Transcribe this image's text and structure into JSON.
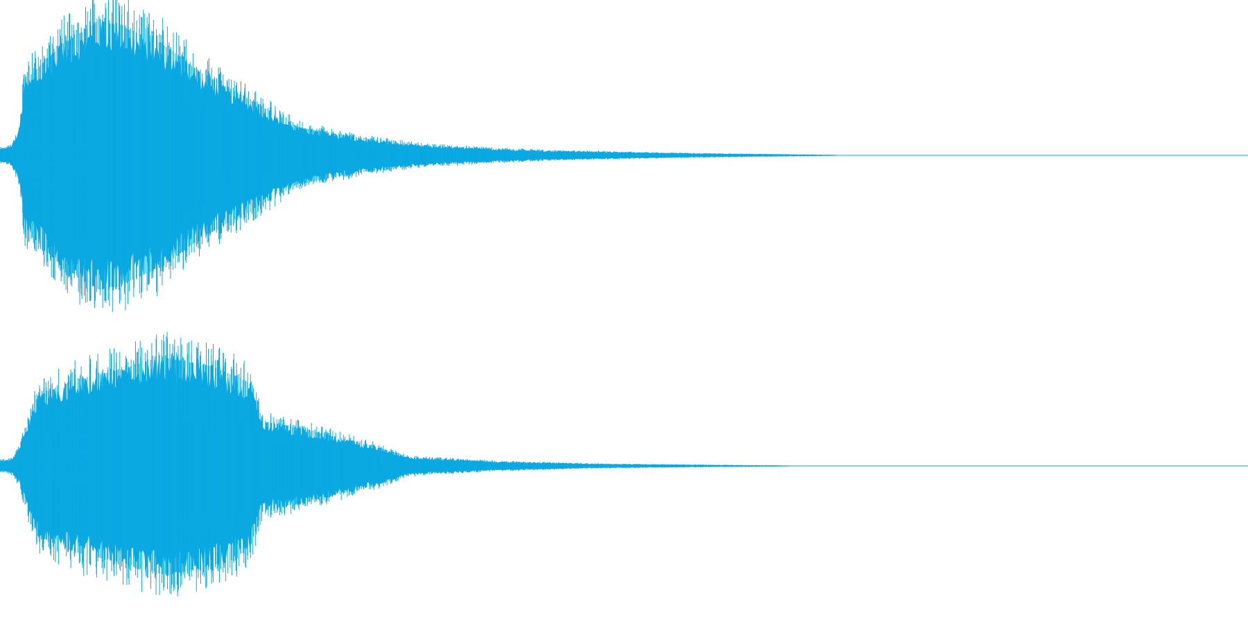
{
  "chart_data": {
    "type": "area",
    "channels": [
      {
        "baseline_color": "#0aa9e2",
        "peak_amplitude": 0.97,
        "envelope": {
          "t": [
            0.0,
            0.005,
            0.01,
            0.015,
            0.02,
            0.03,
            0.05,
            0.08,
            0.1,
            0.13,
            0.16,
            0.2,
            0.24,
            0.29,
            0.34,
            0.4,
            0.45,
            0.55,
            0.7,
            0.8,
            1.0
          ],
          "amp": [
            0.05,
            0.05,
            0.08,
            0.18,
            0.55,
            0.62,
            0.8,
            0.97,
            0.92,
            0.8,
            0.6,
            0.4,
            0.2,
            0.12,
            0.07,
            0.045,
            0.03,
            0.015,
            0.0,
            0.0,
            0.0
          ]
        }
      },
      {
        "baseline_color": "#0aa9e2",
        "peak_amplitude": 0.78,
        "envelope": {
          "t": [
            0.0,
            0.005,
            0.01,
            0.015,
            0.02,
            0.03,
            0.06,
            0.1,
            0.13,
            0.17,
            0.2,
            0.21,
            0.25,
            0.3,
            0.33,
            0.4,
            0.48,
            0.6,
            0.68,
            1.0
          ],
          "amp": [
            0.04,
            0.04,
            0.06,
            0.12,
            0.25,
            0.5,
            0.62,
            0.7,
            0.78,
            0.72,
            0.6,
            0.32,
            0.25,
            0.14,
            0.06,
            0.03,
            0.015,
            0.005,
            0.0,
            0.0
          ]
        }
      }
    ],
    "colors": {
      "waveform": "#0aa9e2",
      "background": "#ffffff"
    },
    "grid": false,
    "legend": "none"
  }
}
